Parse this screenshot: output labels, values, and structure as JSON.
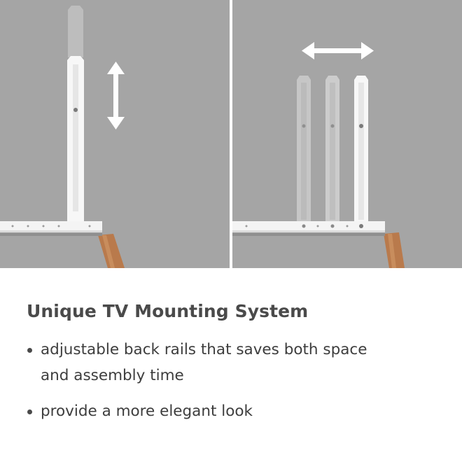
{
  "caption": {
    "title": "Unique TV Mounting System",
    "bullets": [
      "adjustable back rails that saves both space and assembly time",
      "provide a more elegant look"
    ]
  },
  "images": {
    "left": {
      "depicts": "vertical-adjustment-illustration",
      "arrow": "up-down-arrow-icon"
    },
    "right": {
      "depicts": "horizontal-adjustment-illustration",
      "arrow": "left-right-arrow-icon"
    }
  },
  "colors": {
    "photo_background": "#a5a5a5",
    "rail": "#f7f7f7",
    "wood": "#b97a4c",
    "text": "#4a4a4a"
  }
}
